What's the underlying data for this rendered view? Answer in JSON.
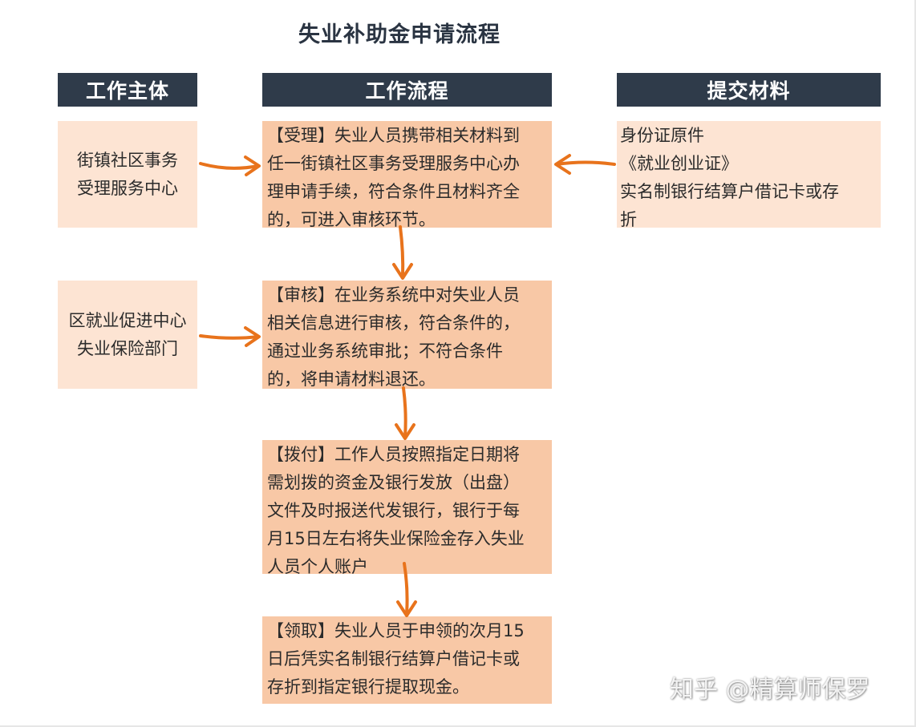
{
  "title": "失业补助金申请流程",
  "headers": {
    "subject": "工作主体",
    "process": "工作流程",
    "materials": "提交材料"
  },
  "subjects": [
    {
      "lines": [
        "街镇社区事务",
        "受理服务中心"
      ]
    },
    {
      "lines": [
        "区就业促进中心",
        "失业保险部门"
      ]
    }
  ],
  "steps": [
    {
      "lines": [
        "【受理】失业人员携带相关材料到",
        "任一街镇社区事务受理服务中心办",
        "理申请手续，符合条件且材料齐全",
        "的，可进入审核环节。"
      ]
    },
    {
      "lines": [
        "【审核】在业务系统中对失业人员",
        "相关信息进行审核，符合条件的，",
        "通过业务系统审批；不符合条件",
        "的，将申请材料退还。"
      ]
    },
    {
      "lines": [
        "【拨付】工作人员按照指定日期将",
        "需划拨的资金及银行发放（出盘）",
        "文件及时报送代发银行，银行于每",
        "月15日左右将失业保险金存入失业",
        "人员个人账户"
      ]
    },
    {
      "lines": [
        "【领取】失业人员于申领的次月15",
        "日后凭实名制银行结算户借记卡或",
        "存折到指定银行提取现金。"
      ]
    }
  ],
  "materials": {
    "lines": [
      "身份证原件",
      "《就业创业证》",
      "实名制银行结算户借记卡或存",
      "折"
    ]
  },
  "watermark": "知乎 @精算师保罗",
  "colors": {
    "header_bg": "#2f3b4a",
    "step_bg": "#f8c8a6",
    "light_bg": "#fde4d3",
    "arrow": "#e8731c"
  }
}
